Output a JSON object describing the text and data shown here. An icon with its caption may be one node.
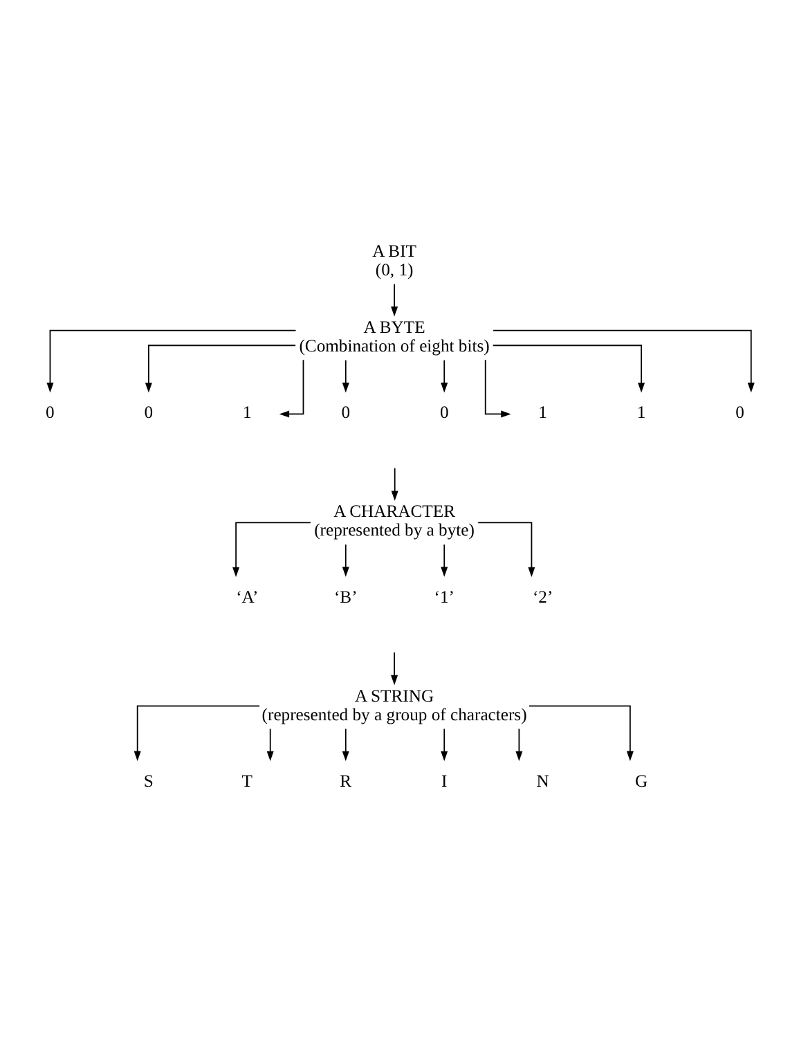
{
  "diagram": {
    "nodes": [
      {
        "text": [
          "A BIT",
          "(0, 1)"
        ]
      },
      {
        "text": [
          "A BYTE",
          "(Combination of eight bits)"
        ]
      },
      {
        "text": [
          "0"
        ]
      },
      {
        "text": [
          "0"
        ]
      },
      {
        "text": [
          "1"
        ]
      },
      {
        "text": [
          "0"
        ]
      },
      {
        "text": [
          "0"
        ]
      },
      {
        "text": [
          "1"
        ]
      },
      {
        "text": [
          "1"
        ]
      },
      {
        "text": [
          "0"
        ]
      },
      {
        "text": [
          "A CHARACTER",
          "(represented by a byte)"
        ]
      },
      {
        "text": [
          "‘A’"
        ]
      },
      {
        "text": [
          "‘B’"
        ]
      },
      {
        "text": [
          "‘1’"
        ]
      },
      {
        "text": [
          "‘2’"
        ]
      },
      {
        "text": [
          "A STRING",
          "(represented by a group of characters)"
        ]
      },
      {
        "text": [
          "S"
        ]
      },
      {
        "text": [
          "T"
        ]
      },
      {
        "text": [
          "R"
        ]
      },
      {
        "text": [
          "I"
        ]
      },
      {
        "text": [
          "N"
        ]
      },
      {
        "text": [
          "G"
        ]
      }
    ],
    "edges": [
      {
        "from": 0,
        "to": 1,
        "arrow": "to"
      },
      {
        "from": 1,
        "to": 2,
        "arrow": "to"
      },
      {
        "from": 1,
        "to": 3,
        "arrow": "to"
      },
      {
        "from": 1,
        "to": 4,
        "arrow": "to"
      },
      {
        "from": 1,
        "to": 5,
        "arrow": "to"
      },
      {
        "from": 1,
        "to": 6,
        "arrow": "to"
      },
      {
        "from": 1,
        "to": 7,
        "arrow": "to"
      },
      {
        "from": 1,
        "to": 8,
        "arrow": "to"
      },
      {
        "from": 1,
        "to": 9,
        "arrow": "to"
      },
      {
        "from": null,
        "to": 10,
        "arrow": "to"
      },
      {
        "from": 10,
        "to": 11,
        "arrow": "to"
      },
      {
        "from": 10,
        "to": 12,
        "arrow": "to"
      },
      {
        "from": 10,
        "to": 13,
        "arrow": "to"
      },
      {
        "from": 10,
        "to": 14,
        "arrow": "to"
      },
      {
        "from": null,
        "to": 15,
        "arrow": "to"
      },
      {
        "from": 15,
        "to": 16,
        "arrow": "to"
      },
      {
        "from": 15,
        "to": 17,
        "arrow": "to"
      },
      {
        "from": 15,
        "to": 18,
        "arrow": "to"
      },
      {
        "from": 15,
        "to": 19,
        "arrow": "to"
      },
      {
        "from": 15,
        "to": 20,
        "arrow": "to"
      },
      {
        "from": 15,
        "to": 21,
        "arrow": "to"
      }
    ]
  }
}
